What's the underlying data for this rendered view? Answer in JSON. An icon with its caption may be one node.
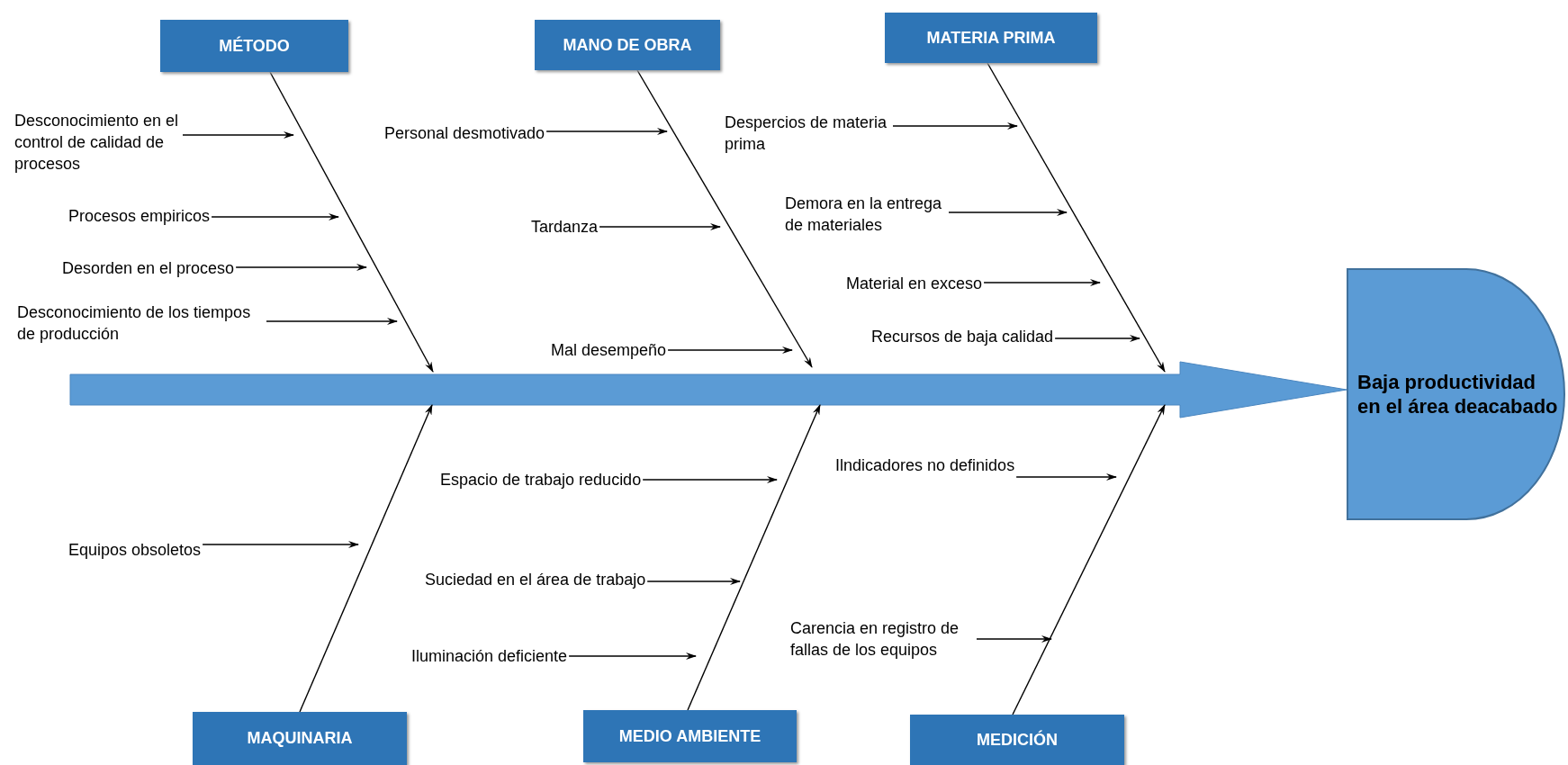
{
  "diagram": {
    "nodes": [
      {
        "text": [
          "MÉTODO"
        ]
      },
      {
        "text": [
          "MANO DE OBRA"
        ]
      },
      {
        "text": [
          "MATERIA PRIMA"
        ]
      },
      {
        "text": [
          "Desconocimiento en el control de calidad de procesos"
        ]
      },
      {
        "text": [
          "Procesos empiricos"
        ]
      },
      {
        "text": [
          "Desorden en el proceso"
        ]
      },
      {
        "text": [
          "Desconocimiento de los tiempos de producción"
        ]
      },
      {
        "text": [
          "Personal desmotivado"
        ]
      },
      {
        "text": [
          "Tardanza"
        ]
      },
      {
        "text": [
          "Mal desempeño"
        ]
      },
      {
        "text": [
          "Despercios de materia prima"
        ]
      },
      {
        "text": [
          "Demora en la entrega de materiales"
        ]
      },
      {
        "text": [
          "Material en exceso"
        ]
      },
      {
        "text": [
          "Recursos de baja calidad"
        ]
      },
      {
        "text": [
          "Baja productividad en el área deacabado"
        ]
      },
      {
        "text": [
          "Equipos obsoletos"
        ]
      },
      {
        "text": [
          "Espacio de trabajo reducido"
        ]
      },
      {
        "text": [
          "Suciedad en el área de trabajo"
        ]
      },
      {
        "text": [
          "Iluminación deficiente"
        ]
      },
      {
        "text": [
          "Ilndicadores no definidos"
        ]
      },
      {
        "text": [
          "Carencia en registro de fallas de los equipos"
        ]
      },
      {
        "text": [
          "MAQUINARIA"
        ]
      },
      {
        "text": [
          "MEDIO AMBIENTE"
        ]
      },
      {
        "text": [
          "MEDICIÓN"
        ]
      }
    ],
    "edges": [
      {
        "from": null,
        "to": 14,
        "arrow": "to",
        "style": "thick",
        "color": "#5b9bd5"
      },
      {
        "from": 0,
        "to": null,
        "arrow": "to"
      },
      {
        "from": 1,
        "to": null,
        "arrow": "to"
      },
      {
        "from": 2,
        "to": null,
        "arrow": "to"
      },
      {
        "from": 21,
        "to": null,
        "arrow": "to"
      },
      {
        "from": 22,
        "to": null,
        "arrow": "to"
      },
      {
        "from": 23,
        "to": null,
        "arrow": "to"
      },
      {
        "from": 3,
        "to": null,
        "arrow": "to"
      },
      {
        "from": 4,
        "to": null,
        "arrow": "to"
      },
      {
        "from": 5,
        "to": null,
        "arrow": "to"
      },
      {
        "from": 6,
        "to": null,
        "arrow": "to"
      },
      {
        "from": 7,
        "to": null,
        "arrow": "to"
      },
      {
        "from": 8,
        "to": null,
        "arrow": "to"
      },
      {
        "from": 9,
        "to": null,
        "arrow": "to"
      },
      {
        "from": 10,
        "to": null,
        "arrow": "to"
      },
      {
        "from": 11,
        "to": null,
        "arrow": "to"
      },
      {
        "from": 12,
        "to": null,
        "arrow": "to"
      },
      {
        "from": 13,
        "to": null,
        "arrow": "to"
      },
      {
        "from": 15,
        "to": null,
        "arrow": "to"
      },
      {
        "from": 16,
        "to": null,
        "arrow": "to"
      },
      {
        "from": 17,
        "to": null,
        "arrow": "to"
      },
      {
        "from": 18,
        "to": null,
        "arrow": "to"
      },
      {
        "from": 19,
        "to": null,
        "arrow": "to"
      },
      {
        "from": 20,
        "to": null,
        "arrow": "to"
      }
    ]
  }
}
